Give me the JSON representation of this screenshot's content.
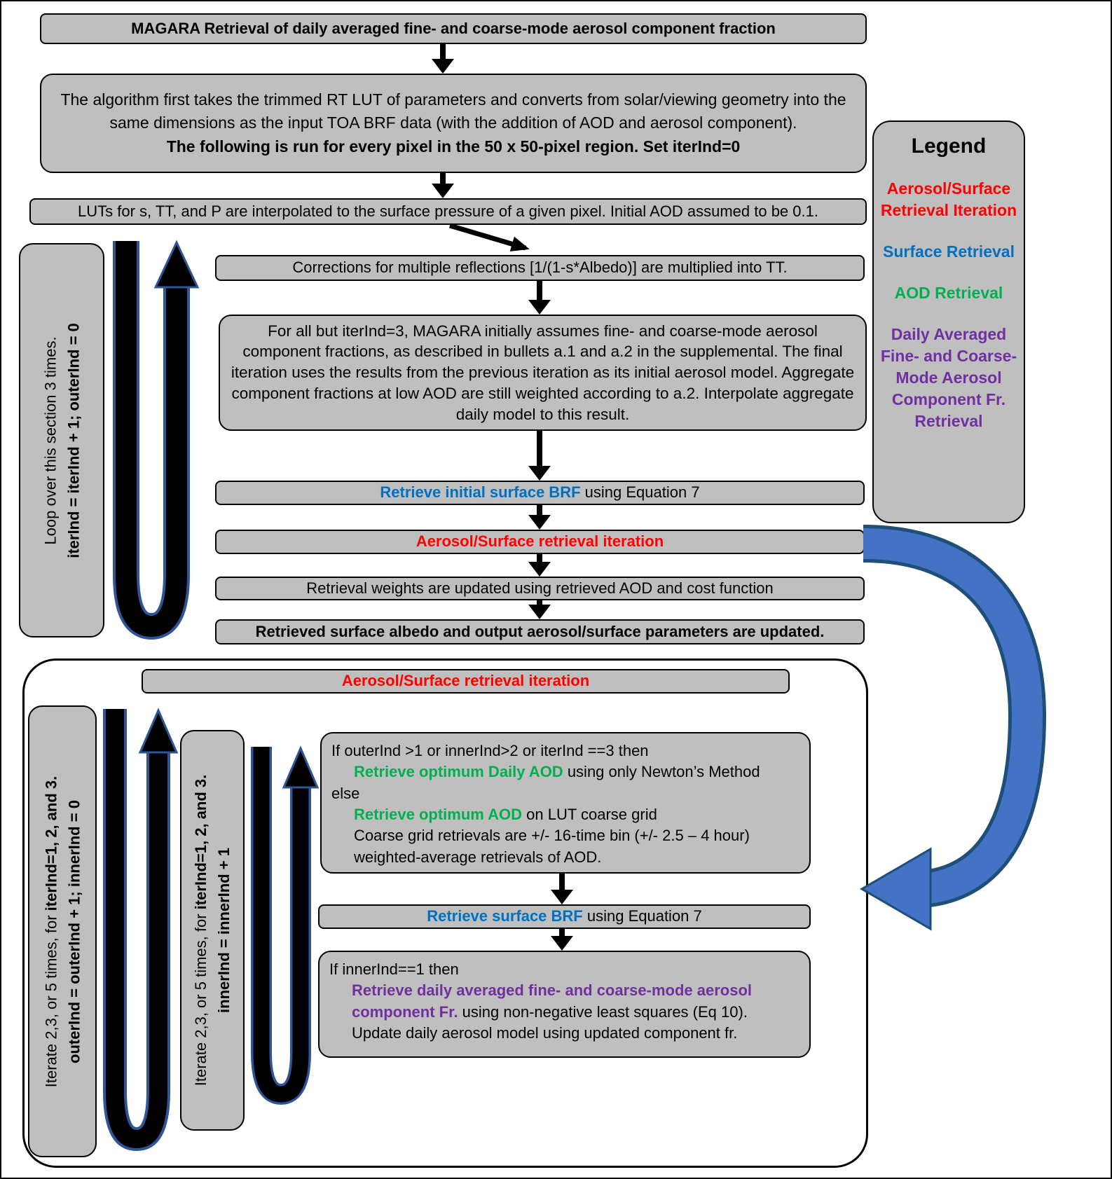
{
  "colors": {
    "box_fill": "#BFBFBF",
    "red": "#FF0000",
    "blue": "#0070C0",
    "green": "#00B050",
    "purple": "#7030A0",
    "loop_arrow_fill": "#000000",
    "loop_arrow_outline": "#2E5597",
    "big_arrow_fill": "#4472C4",
    "big_arrow_outline": "#1F4E79"
  },
  "flow": {
    "title": "MAGARA Retrieval of daily averaged fine- and coarse-mode aerosol component fraction",
    "intro_normal": "The algorithm first takes the trimmed RT LUT of parameters and converts from solar/viewing geometry into the same dimensions as the input TOA BRF data (with the addition of AOD and aerosol component).",
    "intro_bold": "The following is run for every pixel in the 50 x 50-pixel region. Set iterInd=0",
    "lut": "LUTs for s, TT, and P are interpolated to the surface pressure of a given pixel. Initial AOD assumed to be 0.1.",
    "corrections": "Corrections for multiple reflections [1/(1-s*Albedo)] are multiplied into TT.",
    "assume": "For all but iterInd=3, MAGARA initially assumes fine- and coarse-mode aerosol component fractions, as described in bullets a.1 and a.2  in the supplemental.  The final iteration uses the results from the previous iteration as its initial aerosol model. Aggregate component fractions at low AOD are still weighted according to a.2. Interpolate aggregate daily model to this result.",
    "retrieve_initial_brf_link": "Retrieve initial surface BRF",
    "retrieve_initial_brf_rest": " using Equation 7",
    "aerosol_surface_iteration": "Aerosol/Surface retrieval iteration",
    "weights": "Retrieval weights are updated using retrieved AOD and cost function",
    "albedo": "Retrieved surface albedo and output aerosol/surface parameters  are updated."
  },
  "loop_top": {
    "line_normal": "Loop over this section 3 times.",
    "line_bold": "iterInd = iterInd + 1; outerInd = 0"
  },
  "legend": {
    "title": "Legend",
    "items": [
      {
        "label": "Aerosol/Surface Retrieval Iteration",
        "color": "#FF0000"
      },
      {
        "label": "Surface Retrieval",
        "color": "#0070C0"
      },
      {
        "label": "AOD Retrieval",
        "color": "#00B050"
      },
      {
        "label": "Daily Averaged Fine- and Coarse-Mode Aerosol Component Fr. Retrieval",
        "color": "#7030A0"
      }
    ]
  },
  "bottom": {
    "header": "Aerosol/Surface retrieval iteration",
    "outer_loop": {
      "prefix": "Iterate 2,3, or 5 times, for ",
      "bold1": "iterInd=1, 2, and 3.",
      "bold2": "outerInd = outerInd + 1; innerInd = 0"
    },
    "inner_loop": {
      "prefix": "Iterate 2,3, or 5 times, for ",
      "bold1": "iterInd=1, 2, and 3.",
      "bold2": "innerInd = innerInd + 1"
    },
    "aod": {
      "line1": "If outerInd >1 or innerInd>2 or iterInd ==3 then",
      "line2_green": "Retrieve optimum Daily AOD",
      "line2_rest": " using only Newton’s Method",
      "line3": "else",
      "line4_green": "Retrieve optimum AOD",
      "line4_rest": " on LUT coarse grid",
      "line5": "Coarse grid retrievals are +/- 16-time bin (+/- 2.5 – 4 hour)",
      "line6": "weighted-average retrievals of AOD."
    },
    "brf_link": "Retrieve surface BRF",
    "brf_rest": " using Equation 7",
    "daily": {
      "line1": "If innerInd==1 then",
      "line2_purple": "Retrieve daily averaged fine- and coarse-mode aerosol component Fr.",
      "line2_rest": " using non-negative least squares (Eq 10).",
      "line3": "Update daily aerosol model using updated component fr."
    }
  }
}
